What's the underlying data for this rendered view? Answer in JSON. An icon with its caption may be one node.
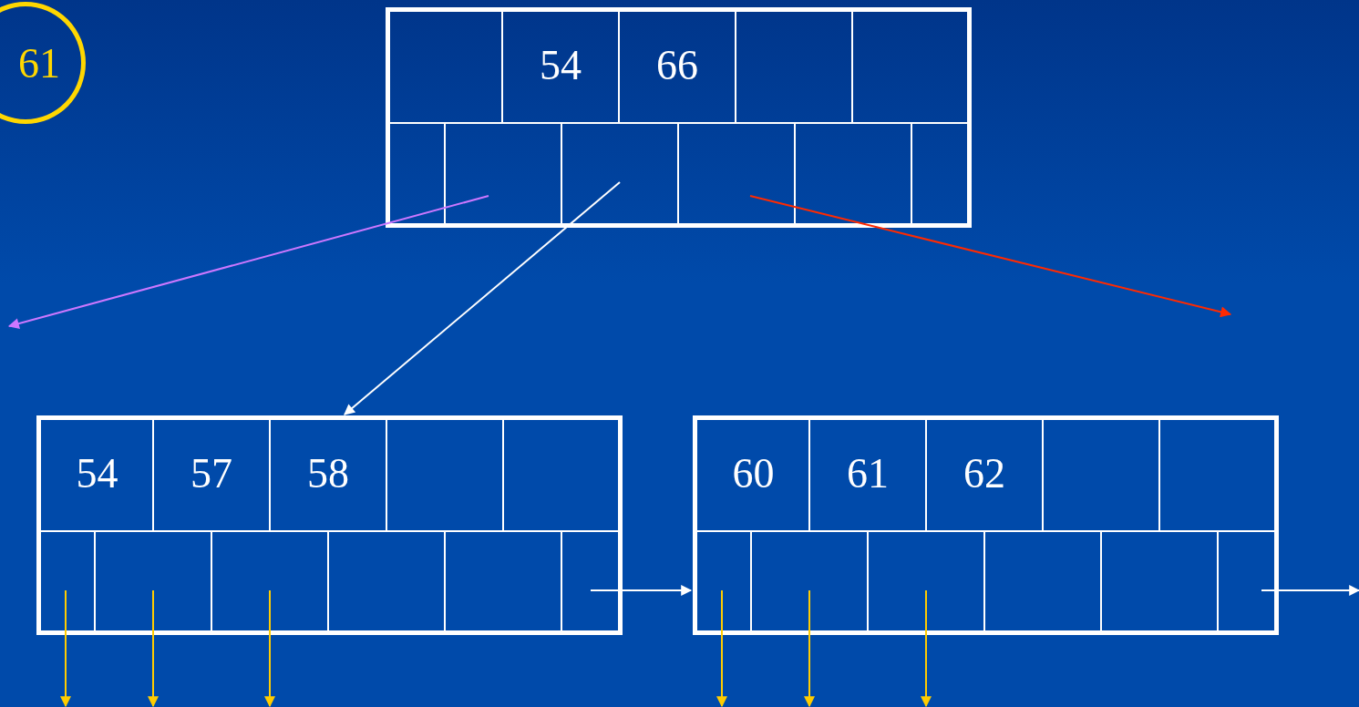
{
  "diagram": {
    "nodes": [
      {
        "text": [
          "61"
        ]
      },
      {
        "text": [
          "54",
          "66"
        ]
      },
      {
        "text": [
          "54",
          "57",
          "58"
        ]
      },
      {
        "text": [
          "60",
          "61",
          "62"
        ]
      }
    ],
    "edges": [
      {
        "from": 1,
        "to": null,
        "arrow": "to",
        "color": "#cc77ff"
      },
      {
        "from": 1,
        "to": 2,
        "arrow": "to",
        "color": "#ffffff"
      },
      {
        "from": 1,
        "to": null,
        "arrow": "to",
        "color": "#ff2a00"
      },
      {
        "from": 2,
        "to": 3,
        "arrow": "to",
        "color": "#ffffff"
      },
      {
        "from": 3,
        "to": null,
        "arrow": "to",
        "color": "#ffffff"
      },
      {
        "from": 2,
        "to": null,
        "arrow": "to"
      },
      {
        "from": 2,
        "to": null,
        "arrow": "to"
      },
      {
        "from": 2,
        "to": null,
        "arrow": "to"
      },
      {
        "from": 3,
        "to": null,
        "arrow": "to"
      },
      {
        "from": 3,
        "to": null,
        "arrow": "to"
      },
      {
        "from": 3,
        "to": null,
        "arrow": "to"
      }
    ]
  }
}
